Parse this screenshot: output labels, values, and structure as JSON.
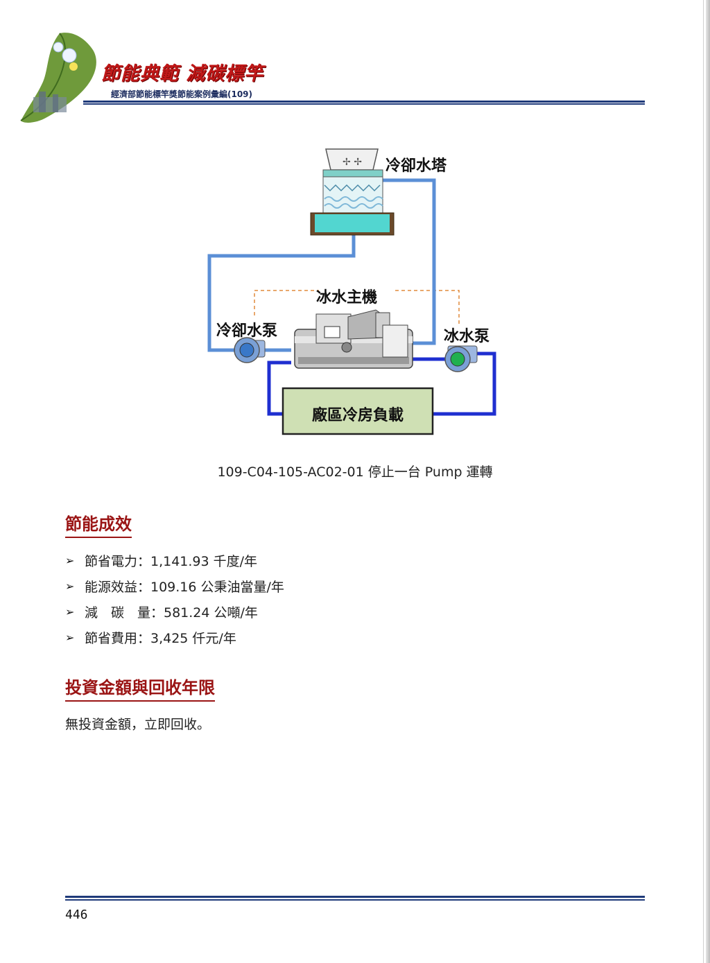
{
  "header": {
    "brand_title": "節能典範 減碳標竿",
    "brand_subtitle": "經濟部節能標竿獎節能案例彙編(109)"
  },
  "diagram": {
    "labels": {
      "cooling_tower": "冷卻水塔",
      "chiller": "冰水主機",
      "cooling_pump": "冷卻水泵",
      "chilled_pump": "冰水泵",
      "load": "廠區冷房負載"
    },
    "colors": {
      "cooling_loop": "#5b8fd6",
      "chilled_loop": "#1f2fd0",
      "load_box": "#cfe0b4",
      "control_line": "#e08a3c"
    }
  },
  "caption": "109-C04-105-AC02-01  停止一台  Pump  運轉",
  "sections": {
    "savings": {
      "title": "節能成效",
      "items": [
        "節省電力：1,141.93 千度/年",
        "能源效益：109.16 公秉油當量/年",
        "減　碳　量：581.24 公噸/年",
        "節省費用：3,425 仟元/年"
      ]
    },
    "investment": {
      "title": "投資金額與回收年限",
      "text": "無投資金額，立即回收。"
    }
  },
  "footer": {
    "page_number": "446"
  }
}
